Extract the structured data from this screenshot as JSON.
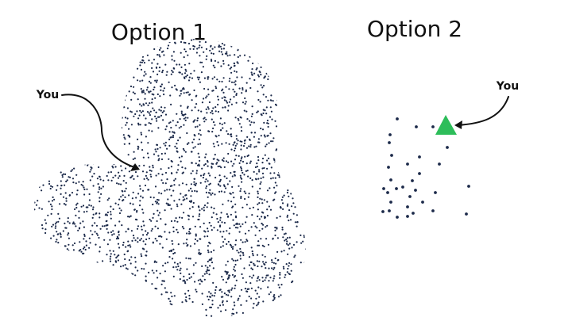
{
  "options": [
    {
      "title": "Option 1",
      "you_label": "You",
      "marker": "hidden-in-crowd"
    },
    {
      "title": "Option 2",
      "you_label": "You",
      "marker": "triangle"
    }
  ],
  "colors": {
    "dot": "#1c2a4a",
    "you_marker": "#2dbd5a",
    "text": "#111111"
  }
}
